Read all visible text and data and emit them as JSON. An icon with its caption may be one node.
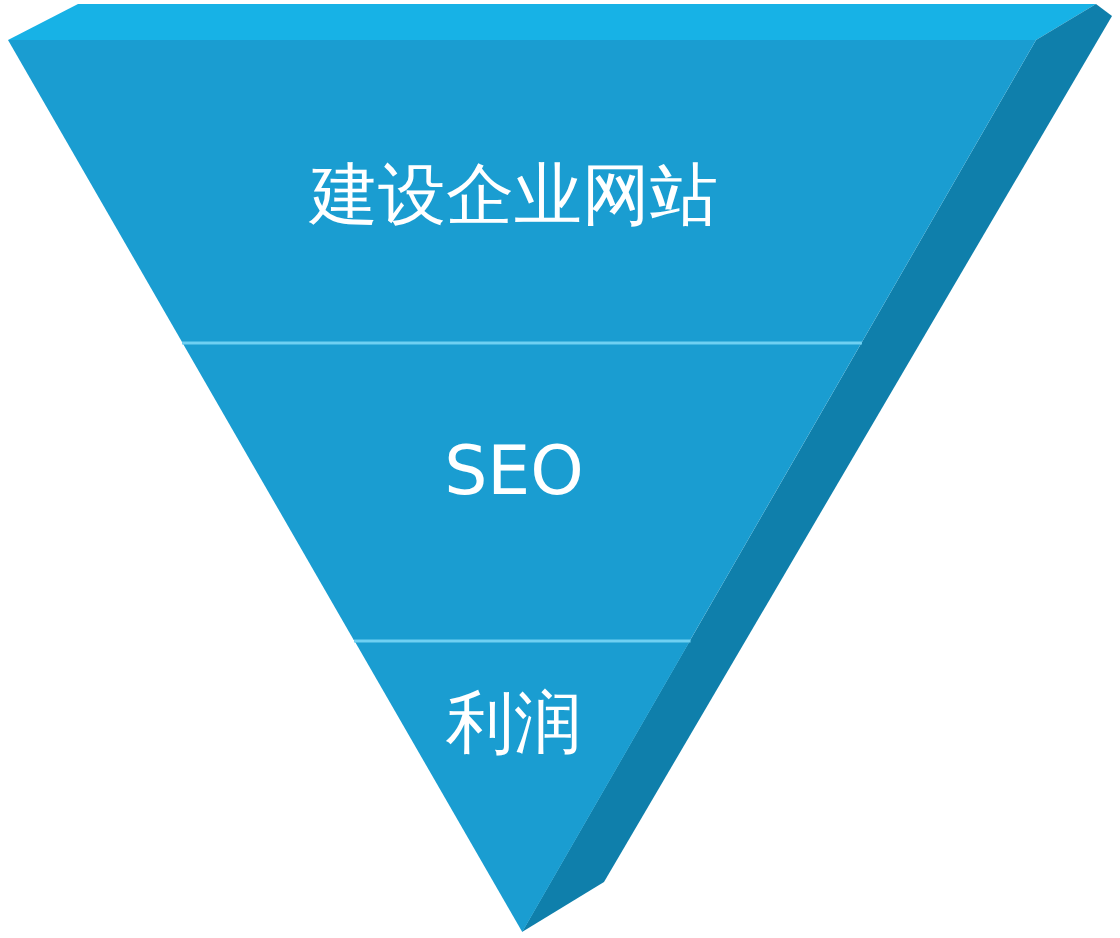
{
  "diagram": {
    "nodes": [
      {
        "text": [
          "建设企业网站"
        ]
      },
      {
        "text": [
          "SEO"
        ]
      },
      {
        "text": [
          "利润"
        ]
      }
    ]
  }
}
